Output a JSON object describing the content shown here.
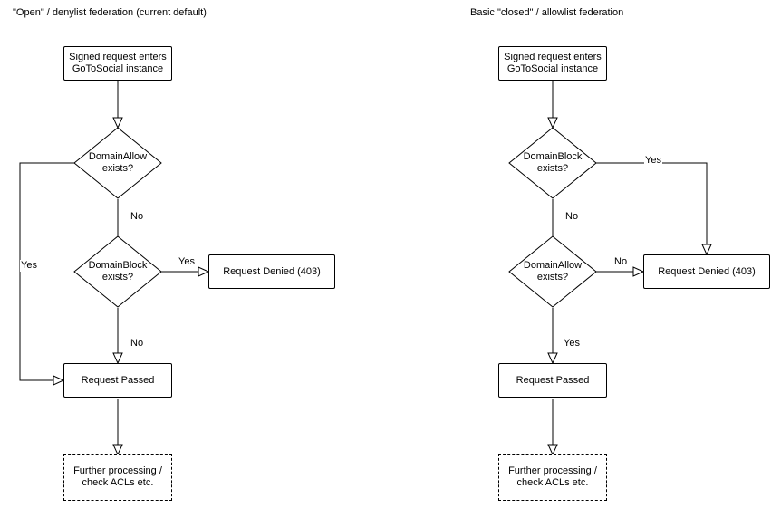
{
  "diagrams": [
    {
      "title": "\"Open\" / denylist federation (current default)",
      "nodes": {
        "entry": "Signed request enters\nGoToSocial instance",
        "first_decision": "DomainAllow\nexists?",
        "second_decision": "DomainBlock\nexists?",
        "denied": "Request Denied (403)",
        "passed": "Request Passed",
        "further": "Further processing /\ncheck ACLs etc."
      },
      "edge_labels": {
        "first_no": "No",
        "first_yes": "Yes",
        "second_yes": "Yes",
        "second_no": "No"
      }
    },
    {
      "title": "Basic \"closed\" / allowlist federation",
      "nodes": {
        "entry": "Signed request enters\nGoToSocial instance",
        "first_decision": "DomainBlock\nexists?",
        "second_decision": "DomainAllow\nexists?",
        "denied": "Request Denied (403)",
        "passed": "Request Passed",
        "further": "Further processing /\ncheck ACLs etc."
      },
      "edge_labels": {
        "first_yes": "Yes",
        "first_no": "No",
        "second_no": "No",
        "second_yes": "Yes"
      }
    }
  ],
  "colors": {
    "stroke": "#000000",
    "background": "#ffffff",
    "text": "#000000"
  }
}
